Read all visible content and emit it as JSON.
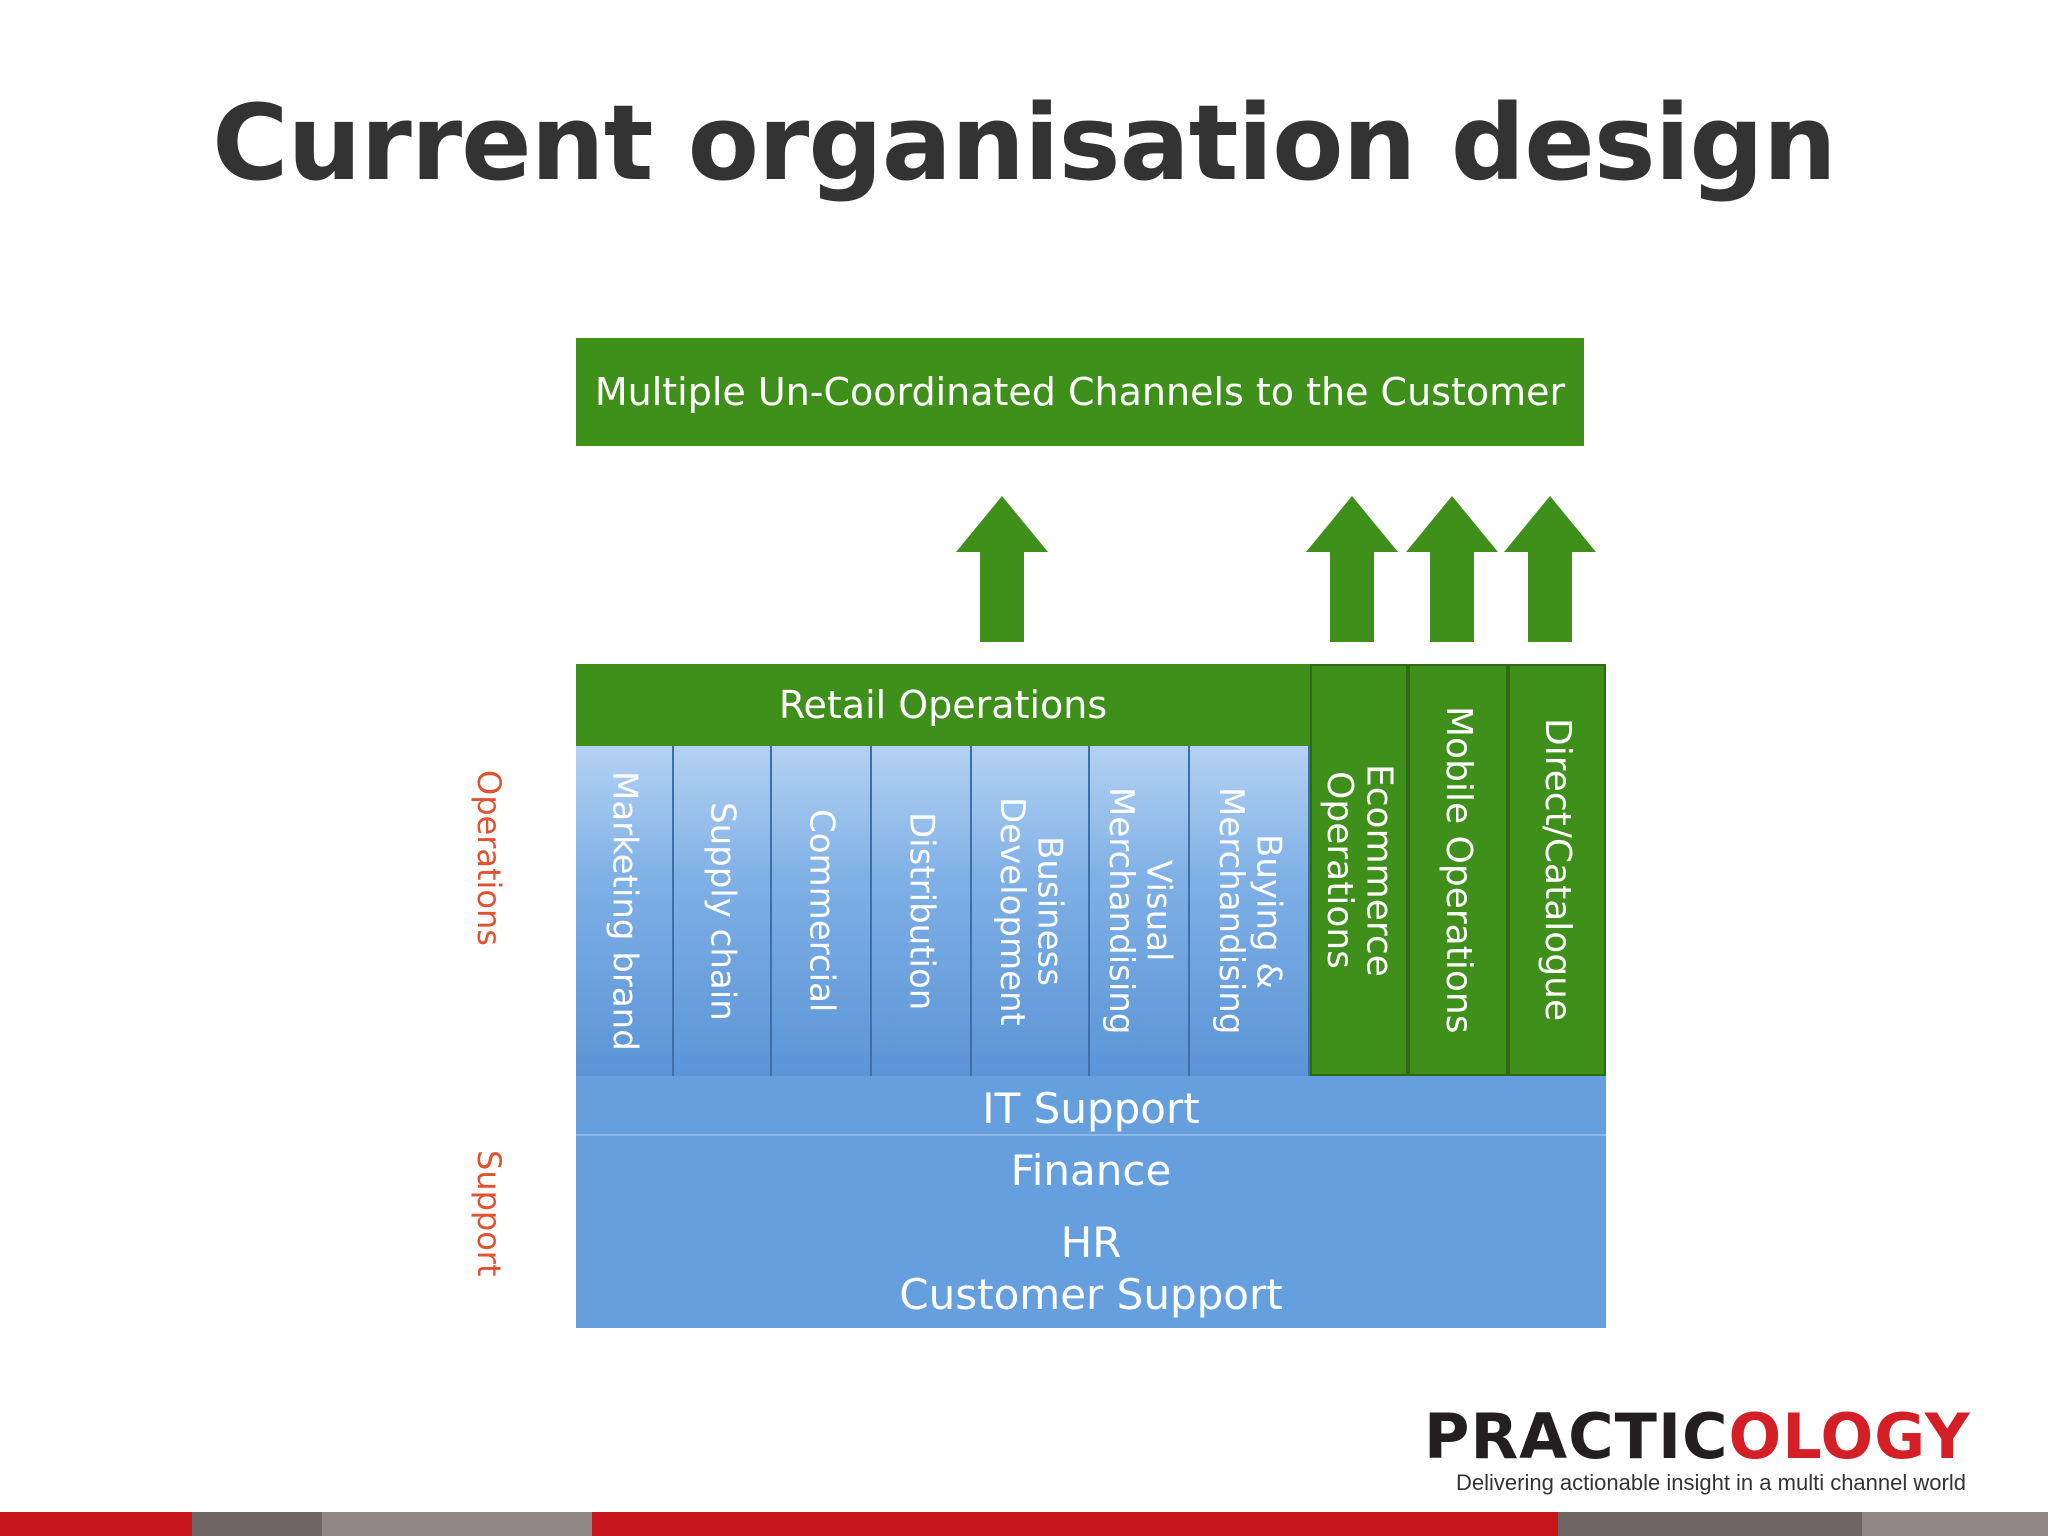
{
  "slide": {
    "title": "Current organisation design"
  },
  "diagram": {
    "channels_box": "Multiple Un-Coordinated Channels to the Customer",
    "retail_operations": "Retail Operations",
    "retail_columns": [
      "Marketing brand",
      "Supply chain",
      "Commercial",
      "Distribution",
      "Business\nDevelopment",
      "Visual\nMerchandising",
      "Buying &\nMerchandising"
    ],
    "channel_columns": [
      "Ecommerce Operations",
      "Mobile Operations",
      "Direct/Catalogue"
    ],
    "support_rows": {
      "it_support": "IT Support",
      "finance": "Finance",
      "hr": "HR",
      "customer_support": "Customer Support"
    },
    "side_labels": {
      "operations": "Operations",
      "support": "Support"
    },
    "colors": {
      "green": "#3f8f1b",
      "blue": "#659fdd",
      "label_red": "#e0532f"
    }
  },
  "logo": {
    "part1": "PRACTIC",
    "part2": "OLOGY",
    "tagline": "Delivering actionable insight in a multi channel world"
  },
  "footer": {
    "colors": [
      "#c8161d",
      "#6e6463",
      "#8f8685",
      "#c8161d",
      "#6e6463",
      "#8f8685"
    ]
  }
}
